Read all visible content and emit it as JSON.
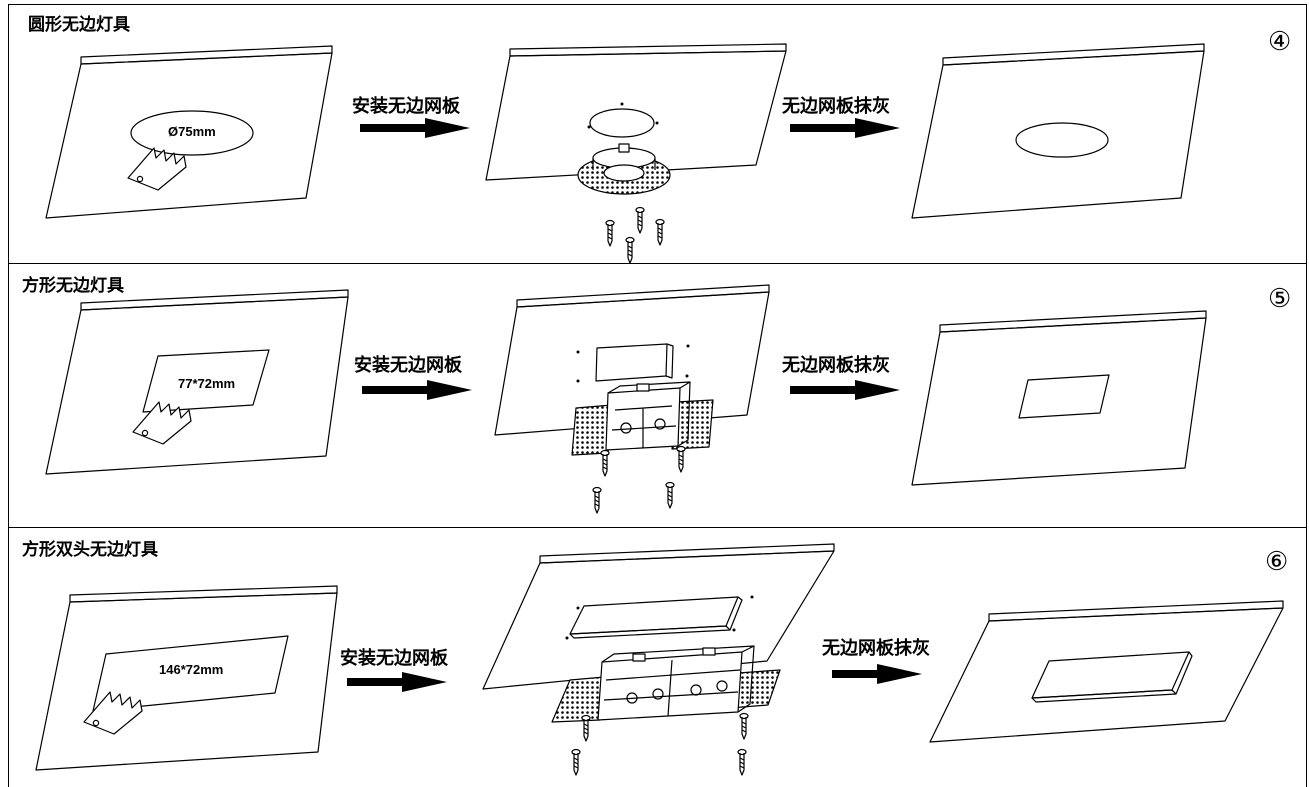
{
  "rows": [
    {
      "title": "圆形无边灯具",
      "badge": "④",
      "cutout": "Ø75mm",
      "step1": "安装无边网板",
      "step2": "无边网板抹灰"
    },
    {
      "title": "方形无边灯具",
      "badge": "⑤",
      "cutout": "77*72mm",
      "step1": "安装无边网板",
      "step2": "无边网板抹灰"
    },
    {
      "title": "方形双头无边灯具",
      "badge": "⑥",
      "cutout": "146*72mm",
      "step1": "安装无边网板",
      "step2": "无边网板抹灰"
    }
  ]
}
